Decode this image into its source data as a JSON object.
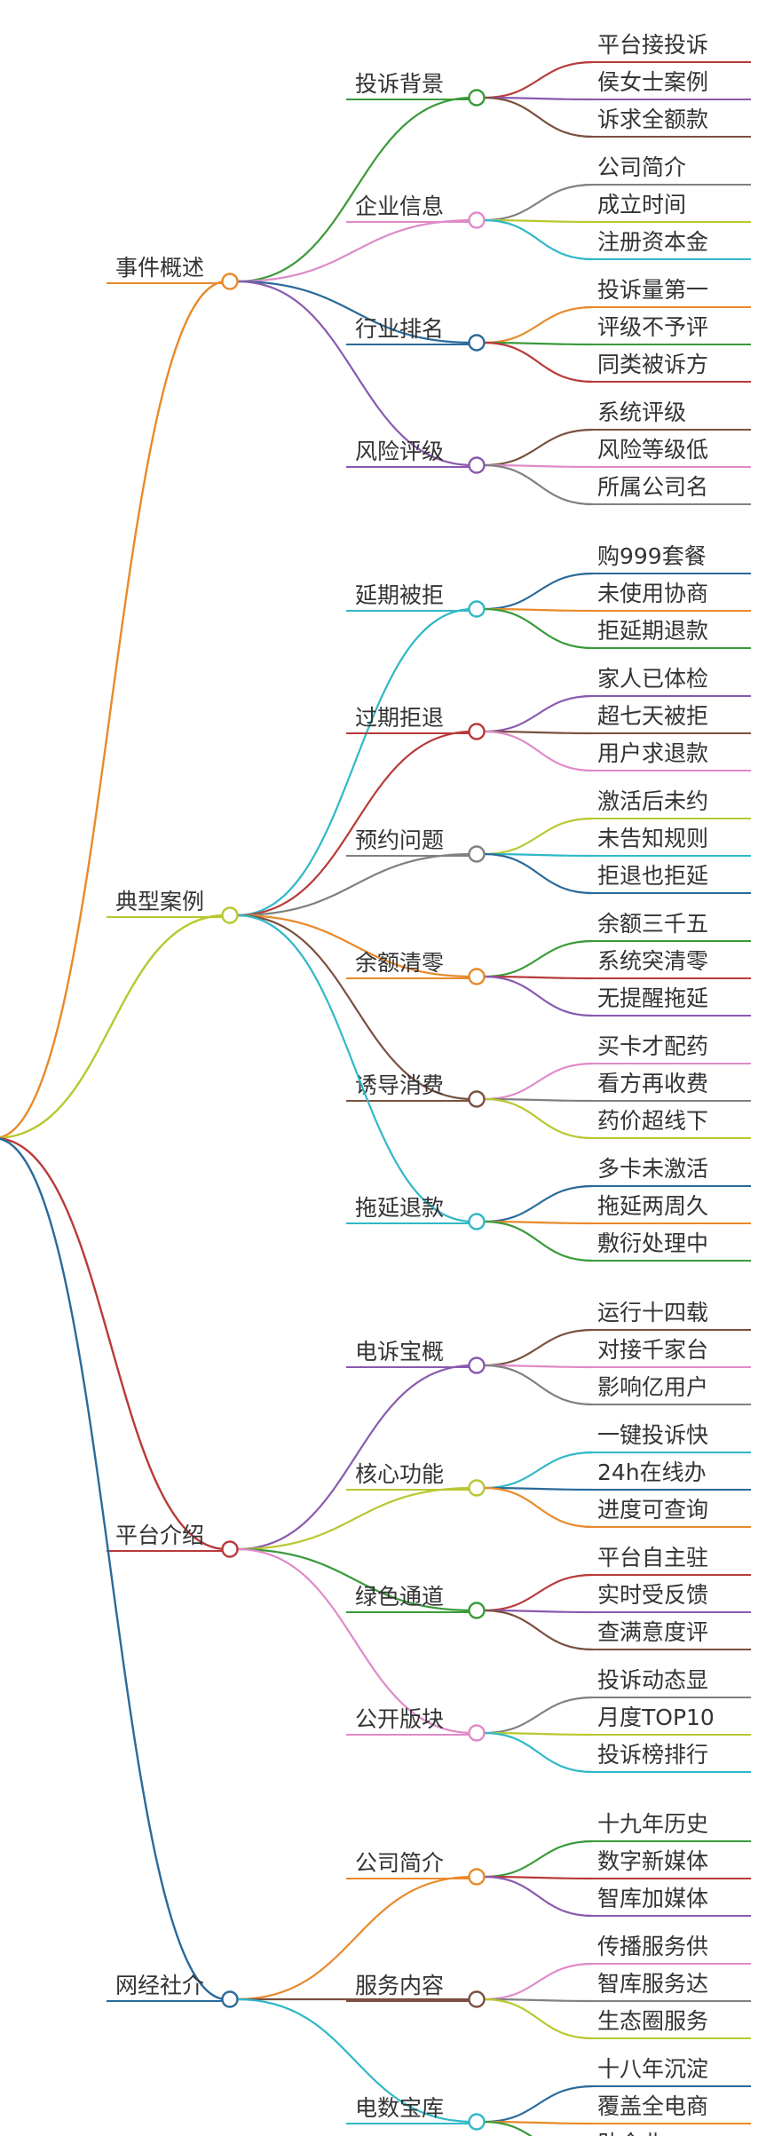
{
  "mindmap": {
    "branches": [
      {
        "label": "事件概述",
        "color": "#E88A2A",
        "children": [
          {
            "label": "投诉背景",
            "color": "#3A9A3A",
            "children": [
              {
                "label": "平台接投诉",
                "color": "#B83A3A"
              },
              {
                "label": "侯女士案例",
                "color": "#8A5AAE"
              },
              {
                "label": "诉求全额款",
                "color": "#7A5040"
              }
            ]
          },
          {
            "label": "企业信息",
            "color": "#E08AC8",
            "children": [
              {
                "label": "公司简介",
                "color": "#808080"
              },
              {
                "label": "成立时间",
                "color": "#B8C830"
              },
              {
                "label": "注册资本金",
                "color": "#30B8C8"
              }
            ]
          },
          {
            "label": "行业排名",
            "color": "#2A6A9A",
            "children": [
              {
                "label": "投诉量第一",
                "color": "#E88A2A"
              },
              {
                "label": "评级不予评",
                "color": "#3A9A3A"
              },
              {
                "label": "同类被诉方",
                "color": "#B83A3A"
              }
            ]
          },
          {
            "label": "风险评级",
            "color": "#8A5AAE",
            "children": [
              {
                "label": "系统评级",
                "color": "#7A5040"
              },
              {
                "label": "风险等级低",
                "color": "#E08AC8"
              },
              {
                "label": "所属公司名",
                "color": "#808080"
              }
            ]
          }
        ]
      },
      {
        "label": "典型案例",
        "color": "#B8C830",
        "children": [
          {
            "label": "延期被拒",
            "color": "#30B8C8",
            "children": [
              {
                "label": "购999套餐",
                "color": "#2A6A9A"
              },
              {
                "label": "未使用协商",
                "color": "#E88A2A"
              },
              {
                "label": "拒延期退款",
                "color": "#3A9A3A"
              }
            ]
          },
          {
            "label": "过期拒退",
            "color": "#B83A3A",
            "children": [
              {
                "label": "家人已体检",
                "color": "#8A5AAE"
              },
              {
                "label": "超七天被拒",
                "color": "#7A5040"
              },
              {
                "label": "用户求退款",
                "color": "#E08AC8"
              }
            ]
          },
          {
            "label": "预约问题",
            "color": "#808080",
            "children": [
              {
                "label": "激活后未约",
                "color": "#B8C830"
              },
              {
                "label": "未告知规则",
                "color": "#30B8C8"
              },
              {
                "label": "拒退也拒延",
                "color": "#2A6A9A"
              }
            ]
          },
          {
            "label": "余额清零",
            "color": "#E88A2A",
            "children": [
              {
                "label": "余额三千五",
                "color": "#3A9A3A"
              },
              {
                "label": "系统突清零",
                "color": "#B83A3A"
              },
              {
                "label": "无提醒拖延",
                "color": "#8A5AAE"
              }
            ]
          },
          {
            "label": "诱导消费",
            "color": "#7A5040",
            "children": [
              {
                "label": "买卡才配药",
                "color": "#E08AC8"
              },
              {
                "label": "看方再收费",
                "color": "#808080"
              },
              {
                "label": "药价超线下",
                "color": "#B8C830"
              }
            ]
          },
          {
            "label": "拖延退款",
            "color": "#30B8C8",
            "children": [
              {
                "label": "多卡未激活",
                "color": "#2A6A9A"
              },
              {
                "label": "拖延两周久",
                "color": "#E88A2A"
              },
              {
                "label": "敷衍处理中",
                "color": "#3A9A3A"
              }
            ]
          }
        ]
      },
      {
        "label": "平台介绍",
        "color": "#B83A3A",
        "children": [
          {
            "label": "电诉宝概",
            "color": "#8A5AAE",
            "children": [
              {
                "label": "运行十四载",
                "color": "#7A5040"
              },
              {
                "label": "对接千家台",
                "color": "#E08AC8"
              },
              {
                "label": "影响亿用户",
                "color": "#808080"
              }
            ]
          },
          {
            "label": "核心功能",
            "color": "#B8C830",
            "children": [
              {
                "label": "一键投诉快",
                "color": "#30B8C8"
              },
              {
                "label": "24h在线办",
                "color": "#2A6A9A"
              },
              {
                "label": "进度可查询",
                "color": "#E88A2A"
              }
            ]
          },
          {
            "label": "绿色通道",
            "color": "#3A9A3A",
            "children": [
              {
                "label": "平台自主驻",
                "color": "#B83A3A"
              },
              {
                "label": "实时受反馈",
                "color": "#8A5AAE"
              },
              {
                "label": "查满意度评",
                "color": "#7A5040"
              }
            ]
          },
          {
            "label": "公开版块",
            "color": "#E08AC8",
            "children": [
              {
                "label": "投诉动态显",
                "color": "#808080"
              },
              {
                "label": "月度TOP10",
                "color": "#B8C830"
              },
              {
                "label": "投诉榜排行",
                "color": "#30B8C8"
              }
            ]
          }
        ]
      },
      {
        "label": "网经社介",
        "color": "#2A6A9A",
        "children": [
          {
            "label": "公司简介",
            "color": "#E88A2A",
            "children": [
              {
                "label": "十九年历史",
                "color": "#3A9A3A"
              },
              {
                "label": "数字新媒体",
                "color": "#B83A3A"
              },
              {
                "label": "智库加媒体",
                "color": "#8A5AAE"
              }
            ]
          },
          {
            "label": "服务内容",
            "color": "#7A5040",
            "children": [
              {
                "label": "传播服务供",
                "color": "#E08AC8"
              },
              {
                "label": "智库服务达",
                "color": "#808080"
              },
              {
                "label": "生态圈服务",
                "color": "#B8C830"
              }
            ]
          },
          {
            "label": "电数宝库",
            "color": "#30B8C8",
            "children": [
              {
                "label": "十八年沉淀",
                "color": "#2A6A9A"
              },
              {
                "label": "覆盖全电商",
                "color": "#E88A2A"
              },
              {
                "label": "助企业",
                "color": "#3A9A3A"
              }
            ]
          }
        ]
      }
    ]
  }
}
